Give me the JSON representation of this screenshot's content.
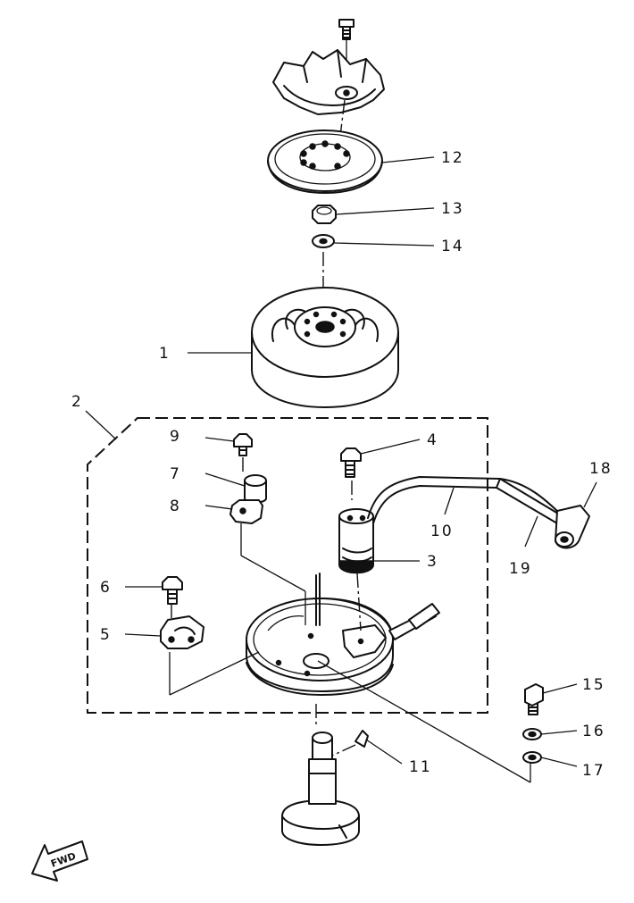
{
  "diagram": {
    "parts": [
      {
        "key": "p1",
        "label": "1"
      },
      {
        "key": "p2",
        "label": "2"
      },
      {
        "key": "p3",
        "label": "3"
      },
      {
        "key": "p4",
        "label": "4"
      },
      {
        "key": "p5",
        "label": "5"
      },
      {
        "key": "p6",
        "label": "6"
      },
      {
        "key": "p7",
        "label": "7"
      },
      {
        "key": "p8",
        "label": "8"
      },
      {
        "key": "p9",
        "label": "9"
      },
      {
        "key": "p10",
        "label": "10"
      },
      {
        "key": "p11",
        "label": "11"
      },
      {
        "key": "p12",
        "label": "12"
      },
      {
        "key": "p13",
        "label": "13"
      },
      {
        "key": "p14",
        "label": "14"
      },
      {
        "key": "p15",
        "label": "15"
      },
      {
        "key": "p16",
        "label": "16"
      },
      {
        "key": "p17",
        "label": "17"
      },
      {
        "key": "p18",
        "label": "18"
      },
      {
        "key": "p19",
        "label": "19"
      }
    ],
    "direction_badge": "FWD"
  }
}
